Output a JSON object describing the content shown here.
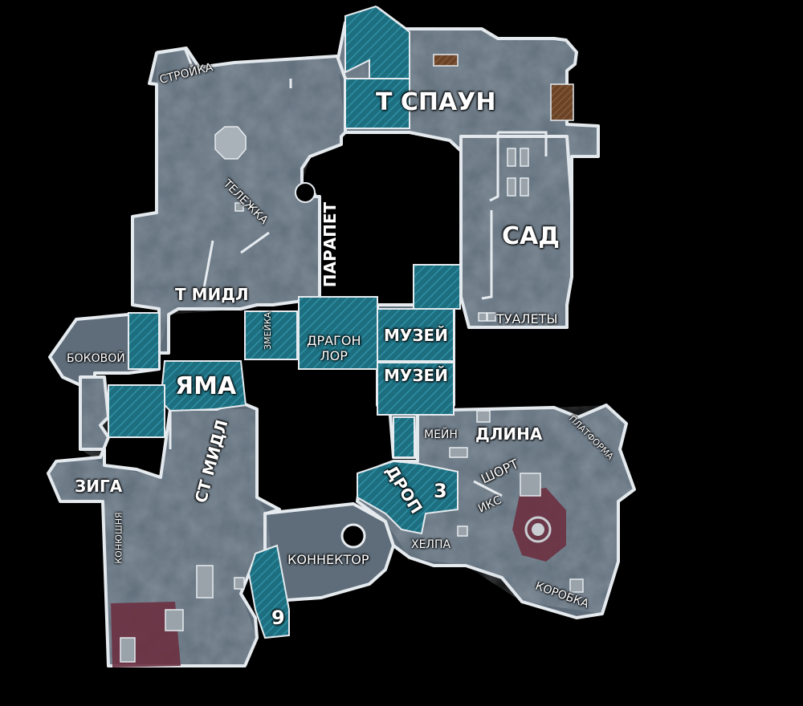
{
  "colors": {
    "background": "#000000",
    "floor": "#5f6d7a",
    "wall": "#e6ebef",
    "choke": "#1d6f80",
    "site": "#6b3040",
    "crate": "#9aa3aa",
    "wood": "#7a5030"
  },
  "labels": {
    "t_spawn": "Т СПАУН",
    "garden": "САД",
    "toilets": "ТУАЛЕТЫ",
    "construction": "СТРОЙКА",
    "cart": "ТЕЛЕЖКА",
    "parapet": "ПАРАПЕТ",
    "t_mid": "Т МИДЛ",
    "snake": "ЗМЕЙКА",
    "dragon_lore": "ДРАГОН\nЛОР",
    "museum_1": "МУЗЕЙ",
    "museum_2": "МУЗЕЙ",
    "side": "БОКОВОЙ",
    "pit": "ЯМА",
    "zig": "ЗИГА",
    "ct_mid": "СТ МИДЛ",
    "stable": "КОНЮШНЯ",
    "connector": "КОННЕКТОР",
    "nine": "9",
    "three": "3",
    "drop": "ДРОП",
    "main": "МЕЙН",
    "long": "ДЛИНА",
    "platform": "ПЛАТФОРМА",
    "short": "ШОРТ",
    "x": "ИКС",
    "helper": "ХЕЛПА",
    "box": "КОРОБКА"
  }
}
